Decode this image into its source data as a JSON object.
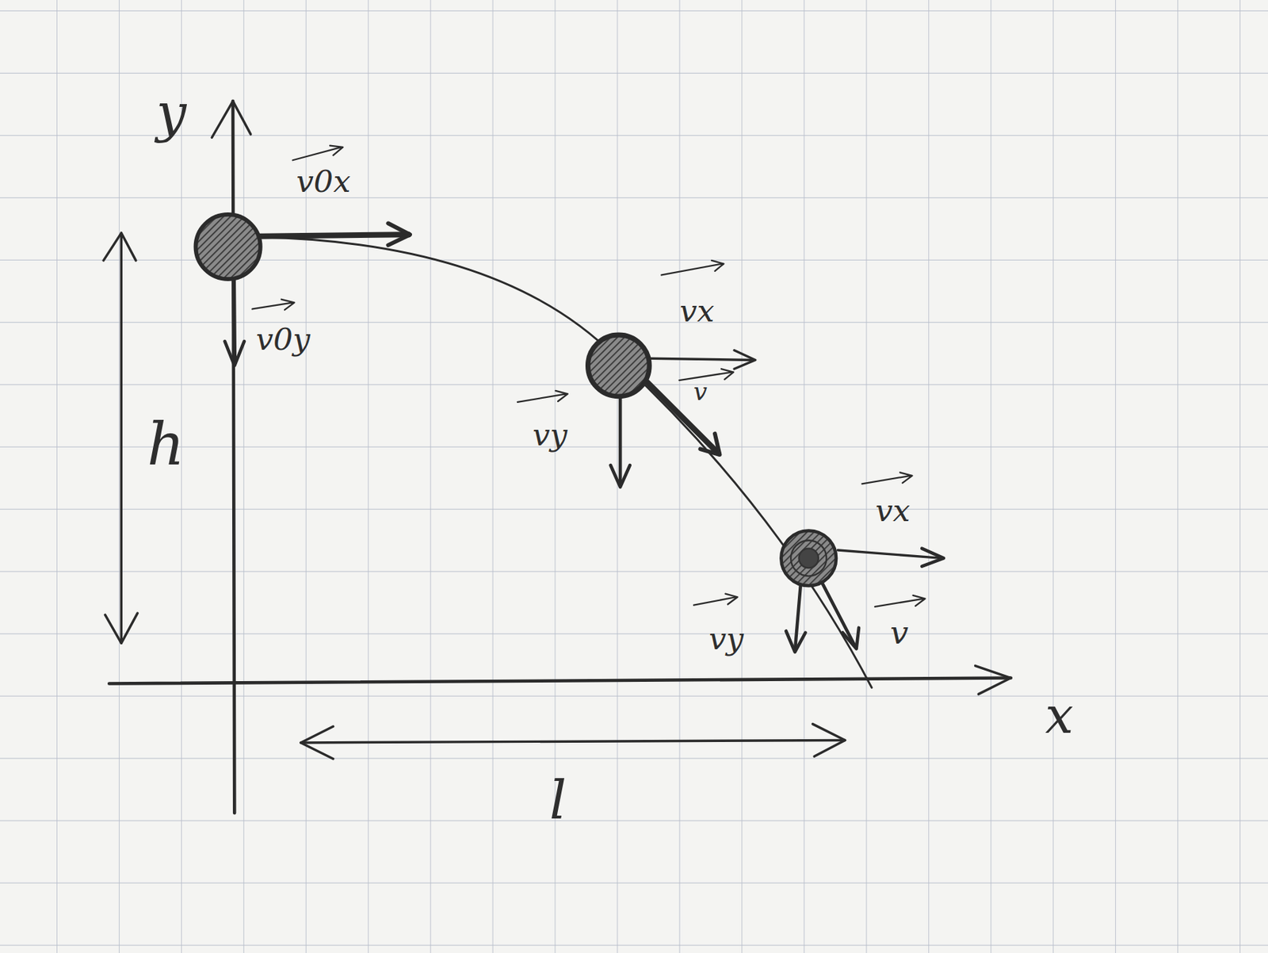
{
  "diagram": {
    "labels": [
      "y",
      "v0x",
      "v0y",
      "vx",
      "v",
      "vy",
      "h",
      "vx",
      "vy",
      "v",
      "x",
      "l"
    ]
  }
}
